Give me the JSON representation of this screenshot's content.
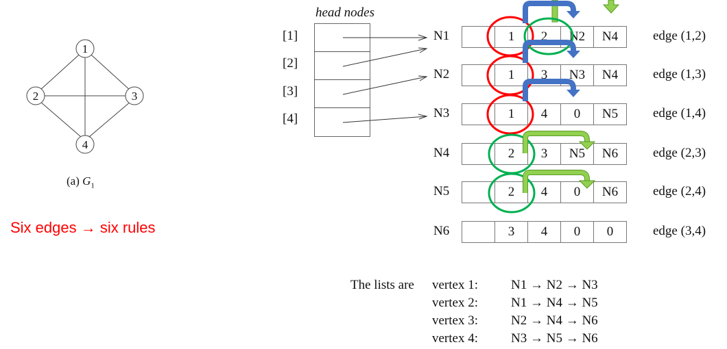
{
  "graph": {
    "vertices": [
      "1",
      "2",
      "3",
      "4"
    ],
    "edges": [
      [
        "1",
        "2"
      ],
      [
        "1",
        "3"
      ],
      [
        "1",
        "4"
      ],
      [
        "2",
        "3"
      ],
      [
        "2",
        "4"
      ],
      [
        "3",
        "4"
      ]
    ],
    "caption_prefix": "(a) ",
    "caption_symbol": "G",
    "caption_subscript": "1"
  },
  "note": "Six edges → six rules",
  "head_nodes": {
    "title": "head nodes",
    "indices": [
      "[1]",
      "[2]",
      "[3]",
      "[4]"
    ]
  },
  "nodes": [
    {
      "name": "N1",
      "cells": [
        "",
        "1",
        "2",
        "N2",
        "N4"
      ],
      "edge": "edge (1,2)"
    },
    {
      "name": "N2",
      "cells": [
        "",
        "1",
        "3",
        "N3",
        "N4"
      ],
      "edge": "edge (1,3)"
    },
    {
      "name": "N3",
      "cells": [
        "",
        "1",
        "4",
        "0",
        "N5"
      ],
      "edge": "edge (1,4)"
    },
    {
      "name": "N4",
      "cells": [
        "",
        "2",
        "3",
        "N5",
        "N6"
      ],
      "edge": "edge (2,3)"
    },
    {
      "name": "N5",
      "cells": [
        "",
        "2",
        "4",
        "0",
        "N6"
      ],
      "edge": "edge (2,4)"
    },
    {
      "name": "N6",
      "cells": [
        "",
        "3",
        "4",
        "0",
        "0"
      ],
      "edge": "edge (3,4)"
    }
  ],
  "lists": {
    "intro": "The lists are",
    "rows": [
      {
        "vertex": "vertex 1:",
        "chain": "N1 → N2 → N3"
      },
      {
        "vertex": "vertex 2:",
        "chain": "N1 → N4 → N5"
      },
      {
        "vertex": "vertex 3:",
        "chain": "N2 → N4 → N6"
      },
      {
        "vertex": "vertex 4:",
        "chain": "N3 → N5 → N6"
      }
    ]
  },
  "colors": {
    "red_highlight": "#ff0000",
    "green_highlight": "#00b050",
    "blue_arrow": "#4472c4",
    "light_green_arrow": "#92d050",
    "note_text": "#ff0000"
  }
}
